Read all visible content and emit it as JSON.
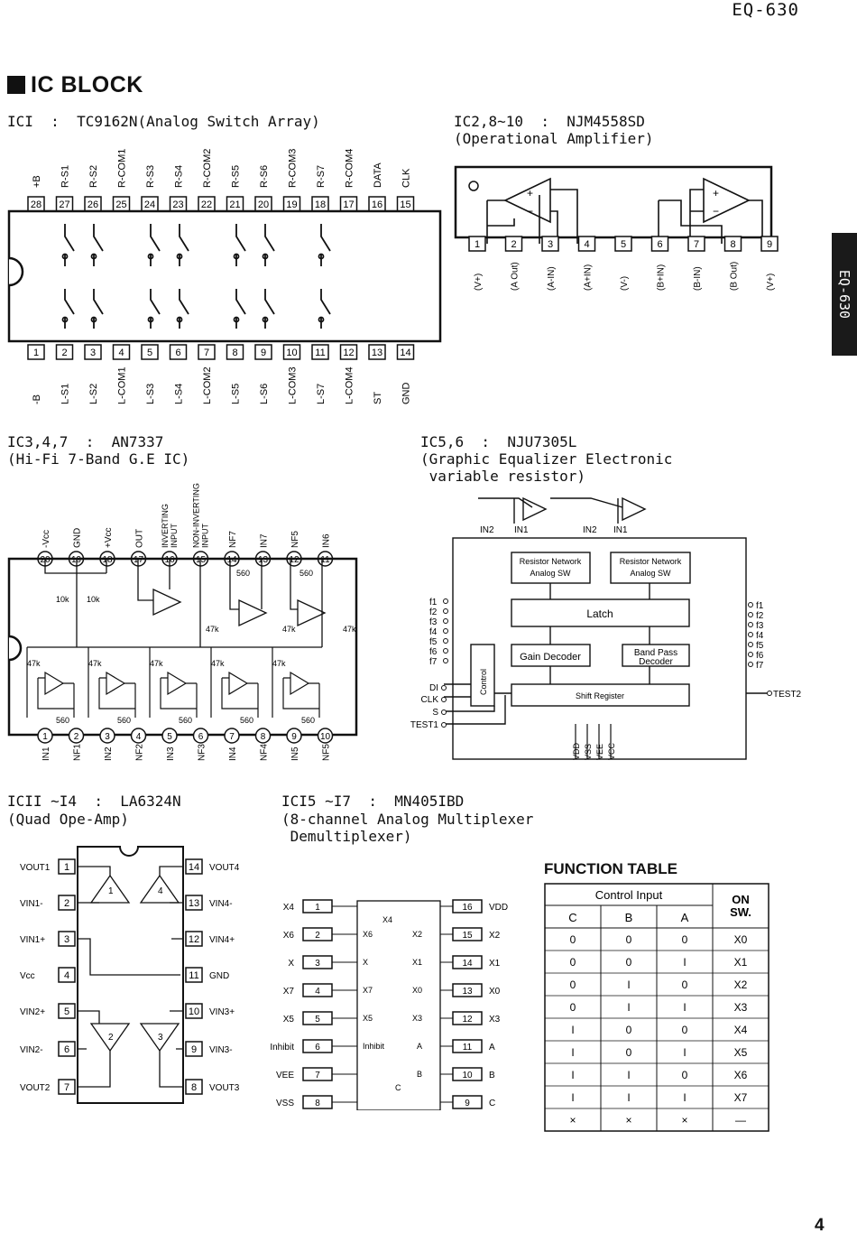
{
  "header": {
    "model": "EQ-630",
    "side_tab": "EQ-630",
    "page_number": "4"
  },
  "section_title": "IC BLOCK",
  "ic1": {
    "title": "ICI  :  TC9162N(Analog Switch Array)",
    "top_labels": [
      "+B",
      "R-S1",
      "R-S2",
      "R-COM1",
      "R-S3",
      "R-S4",
      "R-COM2",
      "R-S5",
      "R-S6",
      "R-COM3",
      "R-S7",
      "R-COM4",
      "DATA",
      "CLK"
    ],
    "top_pins": [
      "28",
      "27",
      "26",
      "25",
      "24",
      "23",
      "22",
      "21",
      "20",
      "19",
      "18",
      "17",
      "16",
      "15"
    ],
    "bottom_pins": [
      "1",
      "2",
      "3",
      "4",
      "5",
      "6",
      "7",
      "8",
      "9",
      "10",
      "11",
      "12",
      "13",
      "14"
    ],
    "bottom_labels": [
      "-B",
      "L-S1",
      "L-S2",
      "L-COM1",
      "L-S3",
      "L-S4",
      "L-COM2",
      "L-S5",
      "L-S6",
      "L-COM3",
      "L-S7",
      "L-COM4",
      "ST",
      "GND"
    ]
  },
  "ic2": {
    "title_line1": "IC2,8~10  :  NJM4558SD",
    "title_line2": "(Operational Amplifier)",
    "pins": [
      "1",
      "2",
      "3",
      "4",
      "5",
      "6",
      "7",
      "8",
      "9"
    ],
    "pin_labels": [
      "(V+)",
      "(A Out)",
      "(A-IN)",
      "(A+IN)",
      "(V-)",
      "(B+IN)",
      "(B-IN)",
      "(B Out)",
      "(V+)"
    ]
  },
  "ic3": {
    "title_line1": "IC3,4,7  :  AN7337",
    "title_line2": "(Hi-Fi 7-Band G.E IC)",
    "top_pins": [
      "20",
      "19",
      "18",
      "17",
      "16",
      "15",
      "14",
      "13",
      "12",
      "11"
    ],
    "top_labels": [
      "-Vcc",
      "GND",
      "+Vcc",
      "OUT",
      "INVERTING INPUT",
      "NON-INVERTING INPUT",
      "NF7",
      "IN7",
      "NF5",
      "IN6"
    ],
    "bottom_pins": [
      "1",
      "2",
      "3",
      "4",
      "5",
      "6",
      "7",
      "8",
      "9",
      "10"
    ],
    "bottom_labels": [
      "IN1",
      "NF1",
      "IN2",
      "NF2",
      "IN3",
      "NF3",
      "IN4",
      "NF4",
      "IN5",
      "NF5"
    ],
    "resistors": [
      "10k",
      "10k",
      "560",
      "560",
      "47k",
      "47k",
      "47k",
      "47k",
      "47k",
      "47k",
      "47k",
      "47k",
      "560",
      "560",
      "560",
      "560",
      "560"
    ]
  },
  "ic5": {
    "title_line1": "IC5,6  :  NJU7305L",
    "title_line2": "(Graphic Equalizer Electronic",
    "title_line3": " variable resistor)",
    "in_labels": [
      "IN2",
      "IN1",
      "IN2",
      "IN1"
    ],
    "blocks": {
      "rn1": "Resistor Network",
      "asw1": "Analog SW",
      "rn2": "Resistor Network",
      "asw2": "Analog SW",
      "latch": "Latch",
      "gain": "Gain Decoder",
      "bp1": "Band Pass",
      "bp2": "Decoder",
      "control": "Control",
      "shift": "Shift Register"
    },
    "left_pins": [
      "f1",
      "f2",
      "f3",
      "f4",
      "f5",
      "f6",
      "f7"
    ],
    "right_pins": [
      "f1",
      "f2",
      "f3",
      "f4",
      "f5",
      "f6",
      "f7"
    ],
    "ctrl_pins": [
      "DI",
      "CLK",
      "S",
      "TEST1"
    ],
    "test2": "TEST2",
    "bottom_pins": [
      "VDD",
      "VSS",
      "VEE",
      "VCC"
    ]
  },
  "ic11": {
    "title_line1": "ICII ~I4  :  LA6324N",
    "title_line2": "(Quad Ope-Amp)",
    "left_labels": [
      "VOUT1",
      "VIN1-",
      "VIN1+",
      "Vcc",
      "VIN2+",
      "VIN2-",
      "VOUT2"
    ],
    "left_pins": [
      "1",
      "2",
      "3",
      "4",
      "5",
      "6",
      "7"
    ],
    "right_pins": [
      "14",
      "13",
      "12",
      "11",
      "10",
      "9",
      "8"
    ],
    "right_labels": [
      "VOUT4",
      "VIN4-",
      "VIN4+",
      "GND",
      "VIN3+",
      "VIN3-",
      "VOUT3"
    ],
    "amp_nums": [
      "1",
      "2",
      "3",
      "4"
    ]
  },
  "ic15": {
    "title_line1": "ICI5 ~I7  :  MN405IBD",
    "title_line2": "(8-channel Analog Multiplexer",
    "title_line3": " Demultiplexer)",
    "left_labels": [
      "X4",
      "X6",
      "X",
      "X7",
      "X5",
      "Inhibit",
      "VEE",
      "VSS"
    ],
    "left_pins": [
      "1",
      "2",
      "3",
      "4",
      "5",
      "6",
      "7",
      "8"
    ],
    "inner_left": [
      "X6",
      "X",
      "X7",
      "X5",
      "Inhibit"
    ],
    "inner_top": "X4",
    "inner_right": [
      "X2",
      "X1",
      "X0",
      "X3",
      "A",
      "B"
    ],
    "inner_bottom": "C",
    "right_pins": [
      "16",
      "15",
      "14",
      "13",
      "12",
      "11",
      "10",
      "9"
    ],
    "right_labels": [
      "VDD",
      "X2",
      "X1",
      "X0",
      "X3",
      "A",
      "B",
      "C"
    ]
  },
  "function_table": {
    "title": "FUNCTION TABLE",
    "group_header": "Control Input",
    "col_on": "ON",
    "col_sw": "SW.",
    "cols": [
      "C",
      "B",
      "A"
    ],
    "rows": [
      [
        "0",
        "0",
        "0",
        "X0"
      ],
      [
        "0",
        "0",
        "I",
        "X1"
      ],
      [
        "0",
        "I",
        "0",
        "X2"
      ],
      [
        "0",
        "I",
        "I",
        "X3"
      ],
      [
        "I",
        "0",
        "0",
        "X4"
      ],
      [
        "I",
        "0",
        "I",
        "X5"
      ],
      [
        "I",
        "I",
        "0",
        "X6"
      ],
      [
        "I",
        "I",
        "I",
        "X7"
      ],
      [
        "×",
        "×",
        "×",
        "—"
      ]
    ]
  }
}
